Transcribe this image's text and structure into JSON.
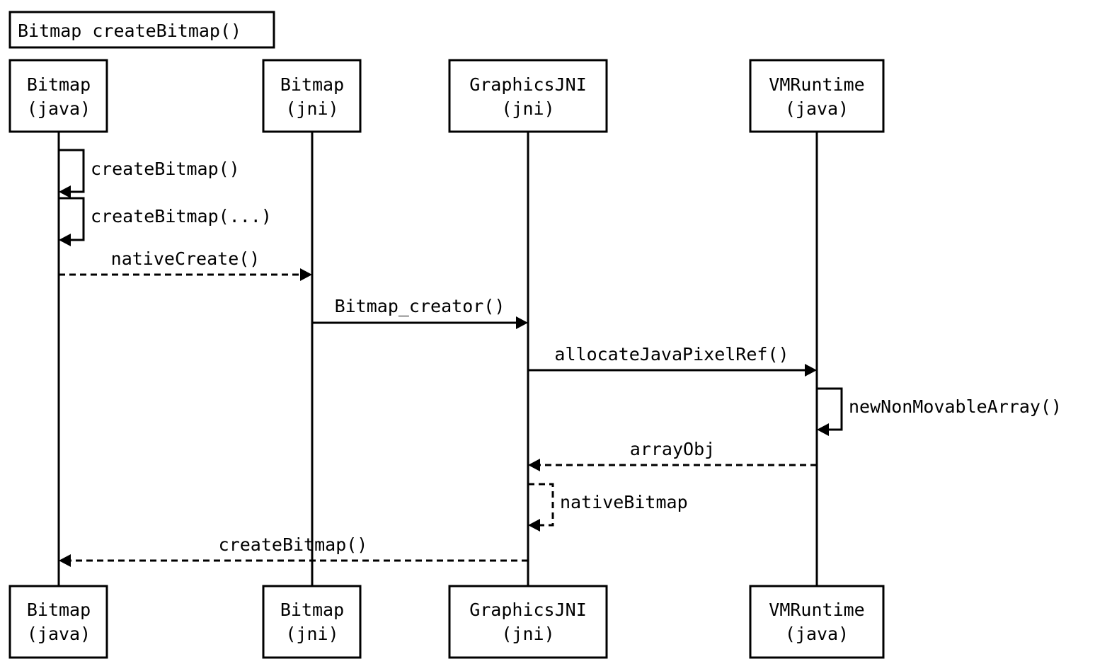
{
  "title": "Bitmap createBitmap()",
  "participants": [
    {
      "name": "Bitmap",
      "kind": "(java)"
    },
    {
      "name": "Bitmap",
      "kind": "(jni)"
    },
    {
      "name": "GraphicsJNI",
      "kind": "(jni)"
    },
    {
      "name": "VMRuntime",
      "kind": "(java)"
    }
  ],
  "messages": [
    {
      "label": "createBitmap()",
      "from": 0,
      "to": 0,
      "style": "solid"
    },
    {
      "label": "createBitmap(...)",
      "from": 0,
      "to": 0,
      "style": "solid"
    },
    {
      "label": "nativeCreate()",
      "from": 0,
      "to": 1,
      "style": "dashed"
    },
    {
      "label": "Bitmap_creator()",
      "from": 1,
      "to": 2,
      "style": "solid"
    },
    {
      "label": "allocateJavaPixelRef()",
      "from": 2,
      "to": 3,
      "style": "solid"
    },
    {
      "label": "newNonMovableArray()",
      "from": 3,
      "to": 3,
      "style": "solid"
    },
    {
      "label": "arrayObj",
      "from": 3,
      "to": 2,
      "style": "dashed"
    },
    {
      "label": "nativeBitmap",
      "from": 2,
      "to": 2,
      "style": "dashed"
    },
    {
      "label": "createBitmap()",
      "from": 2,
      "to": 0,
      "style": "dashed"
    }
  ]
}
